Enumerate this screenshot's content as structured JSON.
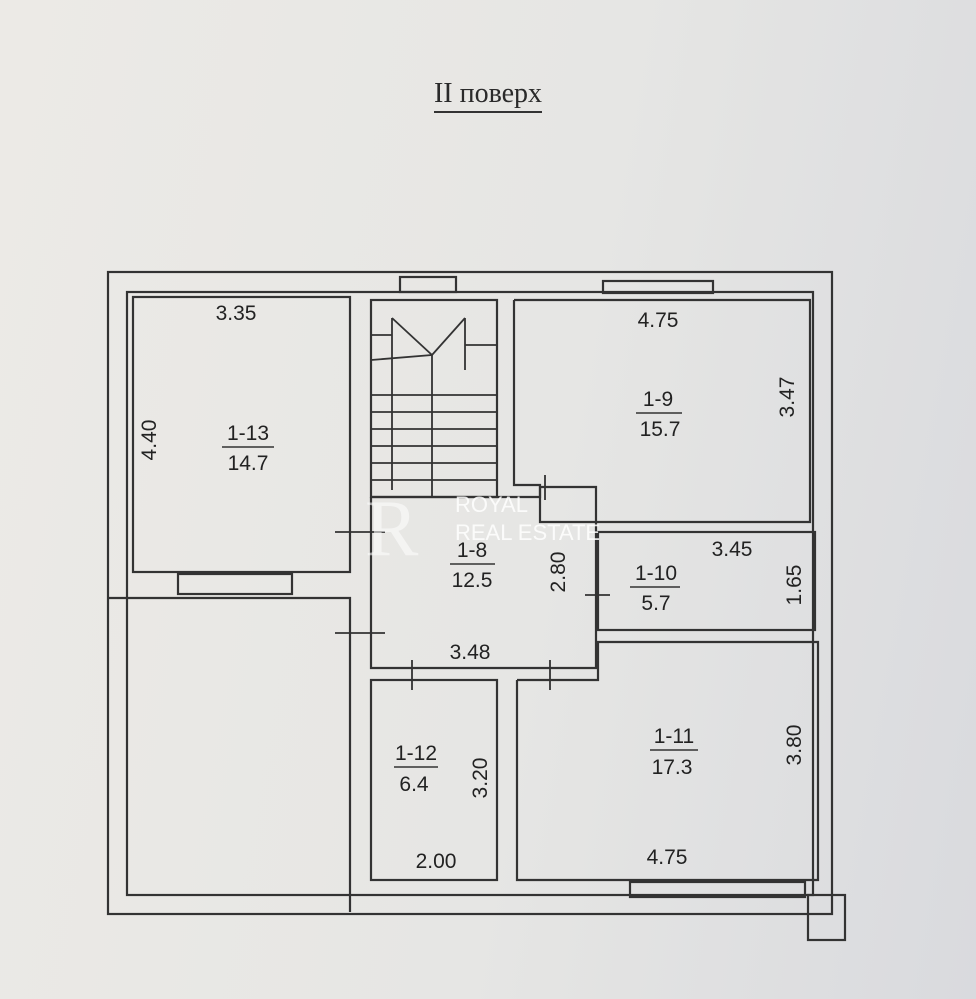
{
  "title": "II поверх",
  "rooms": [
    {
      "id": "1-13",
      "area": "14.7",
      "dims": [
        "3.35",
        "4.40"
      ]
    },
    {
      "id": "1-9",
      "area": "15.7",
      "dims": [
        "4.75",
        "3.47"
      ]
    },
    {
      "id": "1-8",
      "area": "12.5",
      "dims": [
        "2.80",
        "3.48"
      ]
    },
    {
      "id": "1-10",
      "area": "5.7",
      "dims": [
        "3.45",
        "1.65"
      ]
    },
    {
      "id": "1-12",
      "area": "6.4",
      "dims": [
        "3.20",
        "2.00"
      ]
    },
    {
      "id": "1-11",
      "area": "17.3",
      "dims": [
        "3.80",
        "4.75"
      ]
    }
  ],
  "watermark": {
    "line1": "ROYAL",
    "line2": "REAL ESTATE",
    "logo": "R"
  }
}
